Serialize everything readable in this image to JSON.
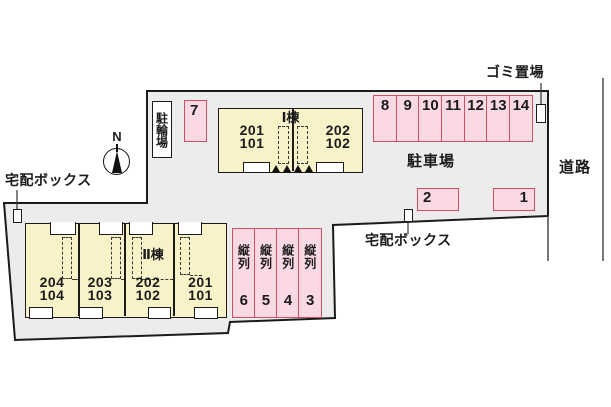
{
  "plan": {
    "compass": {
      "north": "N"
    },
    "labels": {
      "delivery_box_left": "宅配ボックス",
      "delivery_box_mid": "宅配ボックス",
      "bicycle_parking": "駐輪場",
      "parking_lot": "駐車場",
      "garbage_area": "ゴミ置場",
      "road": "道路"
    },
    "buildings": [
      {
        "name": "Ⅰ棟",
        "units": [
          {
            "upper": "201",
            "lower": "101"
          },
          {
            "upper": "202",
            "lower": "102"
          }
        ]
      },
      {
        "name": "Ⅱ棟",
        "units": [
          {
            "upper": "204",
            "lower": "104"
          },
          {
            "upper": "203",
            "lower": "103"
          },
          {
            "upper": "202",
            "lower": "102"
          },
          {
            "upper": "201",
            "lower": "101"
          }
        ]
      }
    ],
    "parking": {
      "space_7": "7",
      "row": [
        "8",
        "9",
        "10",
        "11",
        "12",
        "13",
        "14"
      ],
      "space_2": "2",
      "space_1": "1",
      "tandem_label": "縦列",
      "tandem_spaces": [
        "6",
        "5",
        "4",
        "3"
      ]
    },
    "colors": {
      "site_fill": "#ececec",
      "building_fill": "#f8f2c8",
      "parking_fill": "#fbd9e2",
      "parking_border": "#cf5065"
    }
  }
}
